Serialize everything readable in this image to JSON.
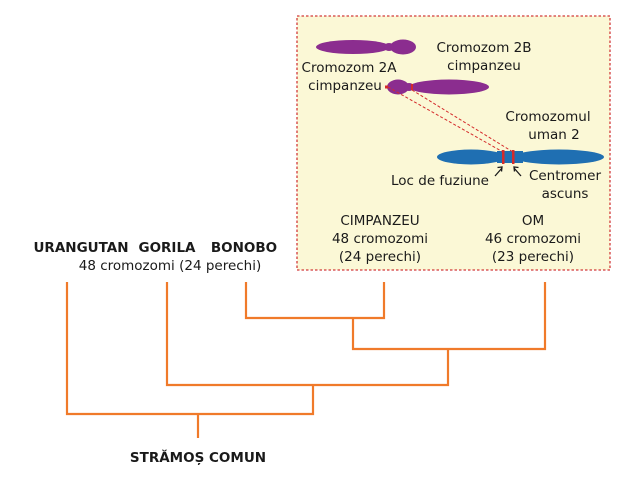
{
  "species": {
    "orangutan": "URANGUTAN",
    "gorilla": "GORILA",
    "bonobo": "BONOBO",
    "great_apes_chromosomes": "48 cromozomi (24 perechi)"
  },
  "chimp": {
    "name": "CIMPANZEU",
    "chromosomes": "48 cromozomi",
    "pairs": "(24 perechi)"
  },
  "human": {
    "name": "OM",
    "chromosomes": "46 cromozomi",
    "pairs": "(23 perechi)"
  },
  "ancestor": "STRĂMOȘ COMUN",
  "inset": {
    "chr2a_line1": "Cromozom 2A",
    "chr2a_line2": "cimpanzeu",
    "chr2b_line1": "Cromozom 2B",
    "chr2b_line2": "cimpanzeu",
    "human2_line1": "Cromozomul",
    "human2_line2": "uman 2",
    "fusion_site": "Loc de fuziune",
    "centromere_line1": "Centromer",
    "centromere_line2": "ascuns"
  },
  "colors": {
    "tree": "#f07a2a",
    "inset_bg": "#fbf8d6",
    "inset_border": "#d23a3a",
    "chimp_chromosome": "#8b2d8f",
    "human_chromosome": "#1f6fb2",
    "marker": "#d42b2b"
  }
}
